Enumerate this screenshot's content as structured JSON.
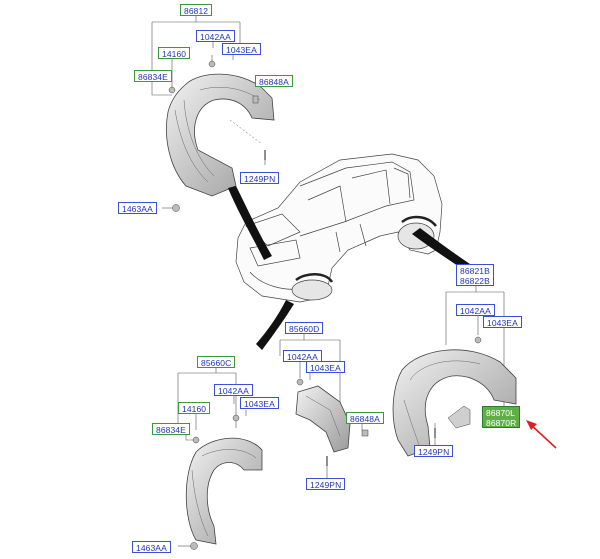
{
  "parts": {
    "p86812": "86812",
    "p1042AA_top": "1042AA",
    "p1043EA_top": "1043EA",
    "p14160_top": "14160",
    "p86834E_top": "86834E",
    "p86848A_top": "86848A",
    "p1249PN_top": "1249PN",
    "p1463AA_top": "1463AA",
    "p86821B": "86821B",
    "p86822B": "86822B",
    "p1042AA_rear": "1042AA",
    "p1043EA_rear": "1043EA",
    "p86870L": "86870L",
    "p86870R": "86870R",
    "p1249PN_rear": "1249PN",
    "p85660D": "85660D",
    "p1042AA_mid": "1042AA",
    "p1043EA_mid": "1043EA",
    "p86848A_mid": "86848A",
    "p1249PN_mid": "1249PN",
    "p85660C": "85660C",
    "p1042AA_bl": "1042AA",
    "p1043EA_bl": "1043EA",
    "p14160_bl": "14160",
    "p86834E_bl": "86834E",
    "p1463AA_bl": "1463AA"
  },
  "colors": {
    "label_border_blue": "#3b4fd8",
    "label_border_green": "#3a9a3a",
    "label_text": "#2233bb",
    "highlight_fill": "#5fae46",
    "arrow": "#e02020"
  }
}
